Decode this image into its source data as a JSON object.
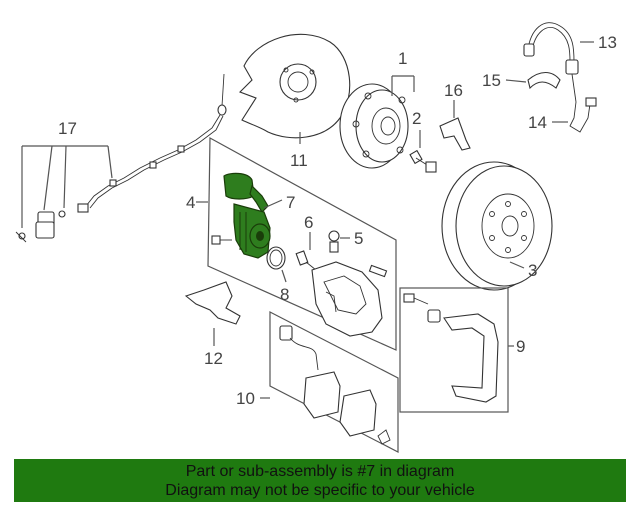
{
  "callouts": {
    "c1": "1",
    "c2": "2",
    "c3": "3",
    "c4": "4",
    "c5": "5",
    "c6": "6",
    "c7": "7",
    "c8": "8",
    "c9": "9",
    "c10": "10",
    "c11": "11",
    "c12": "12",
    "c13": "13",
    "c14": "14",
    "c15": "15",
    "c16": "16",
    "c17": "17"
  },
  "highlight_color": "#2e7d1e",
  "banner": {
    "line1": "Part or sub-assembly is #7 in diagram",
    "line2": "Diagram may not be specific to your vehicle",
    "color": "#1f7a10"
  }
}
